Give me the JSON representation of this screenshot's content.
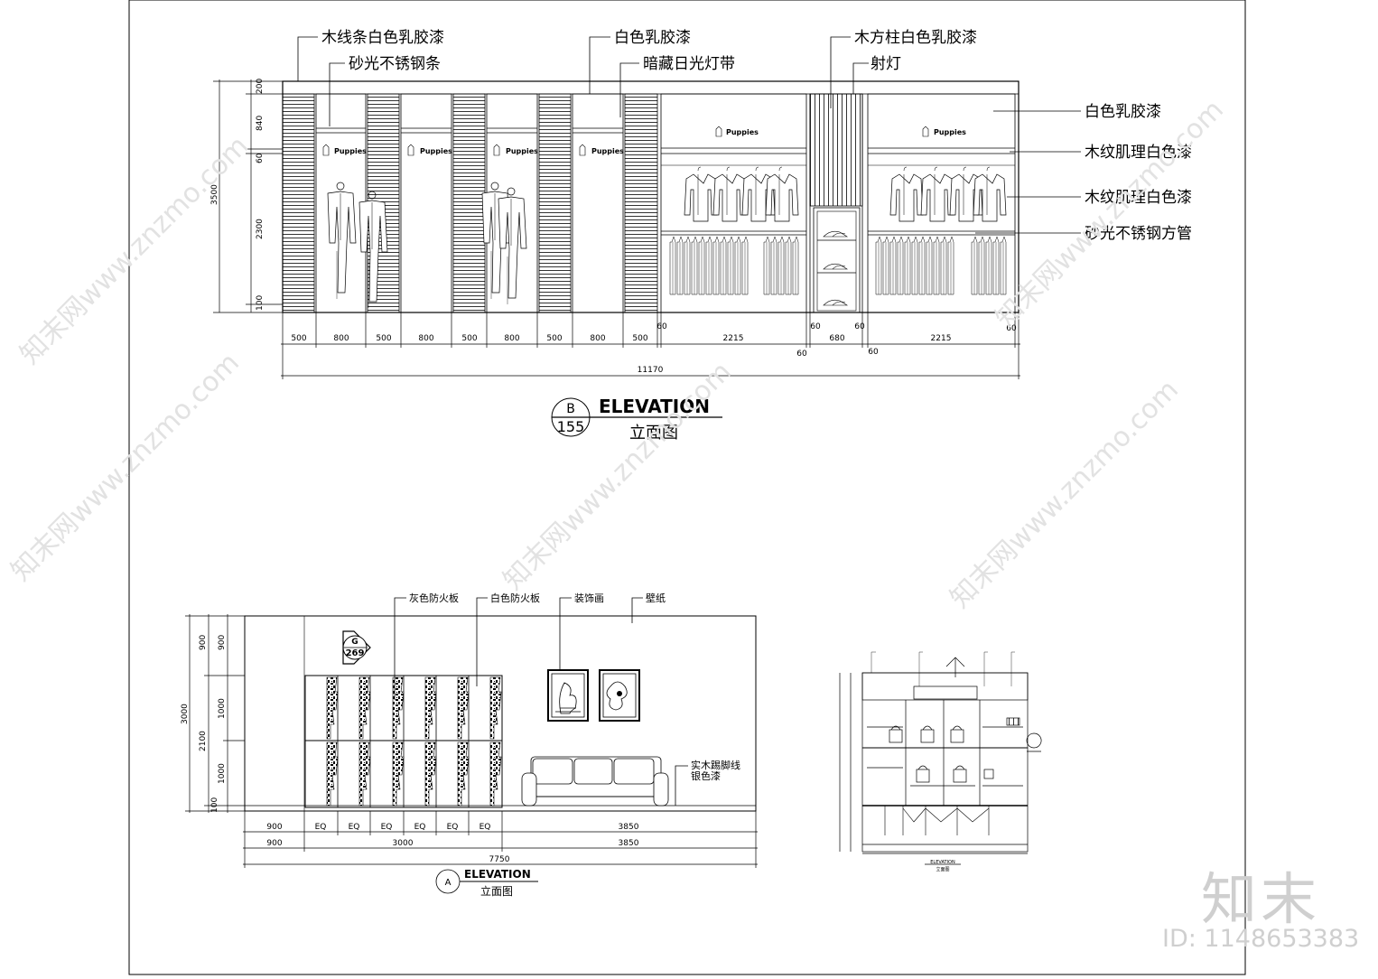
{
  "elevation_b": {
    "title": "ELEVATION",
    "subtitle": "立面图",
    "ref_top": "B",
    "ref_bottom": "155",
    "callouts": {
      "wood_strip": "木线条白色乳胶漆",
      "sand_steel": "砂光不锈钢条",
      "white_latex": "白色乳胶漆",
      "hidden_light": "暗藏日光灯带",
      "wood_column": "木方柱白色乳胶漆",
      "spotlight": "射灯",
      "white_latex_right": "白色乳胶漆",
      "wood_grain_1": "木纹肌理白色漆",
      "wood_grain_2": "木纹肌理白色漆",
      "steel_tube": "砂光不锈钢方管"
    },
    "brand_label": "Puppies",
    "dims_bottom": [
      "500",
      "800",
      "500",
      "800",
      "500",
      "800",
      "500",
      "800",
      "500",
      "2215",
      "680",
      "2215"
    ],
    "dims_small": [
      "60",
      "60",
      "60",
      "60",
      "60",
      "60"
    ],
    "total_width": "11170",
    "dims_left": [
      "200",
      "840",
      "60",
      "2300",
      "100"
    ],
    "total_height": "3500"
  },
  "elevation_a": {
    "title": "ELEVATION",
    "subtitle": "立面图",
    "ref": "A",
    "section_ref_top": "G",
    "section_ref_bottom": "269",
    "callouts": {
      "grey_board": "灰色防火板",
      "white_board": "白色防火板",
      "painting": "装饰画",
      "wallpaper": "壁纸",
      "skirting_1": "实木踢脚线",
      "skirting_2": "银色漆"
    },
    "dims_row1": [
      "900",
      "EQ",
      "EQ",
      "EQ",
      "EQ",
      "EQ",
      "EQ",
      "3850"
    ],
    "dims_row2": [
      "900",
      "3000",
      "3850"
    ],
    "total_width": "7750",
    "dims_left_inner": [
      "900",
      "1000",
      "1000",
      "100"
    ],
    "dims_left_mid": [
      "900",
      "2100"
    ],
    "total_height": "3000"
  },
  "elevation_small": {
    "title": "ELEVATION",
    "subtitle": "立面图"
  },
  "watermark": {
    "site": "知末网www.znzmo.com",
    "brand": "知末",
    "id": "ID: 1148653383"
  }
}
